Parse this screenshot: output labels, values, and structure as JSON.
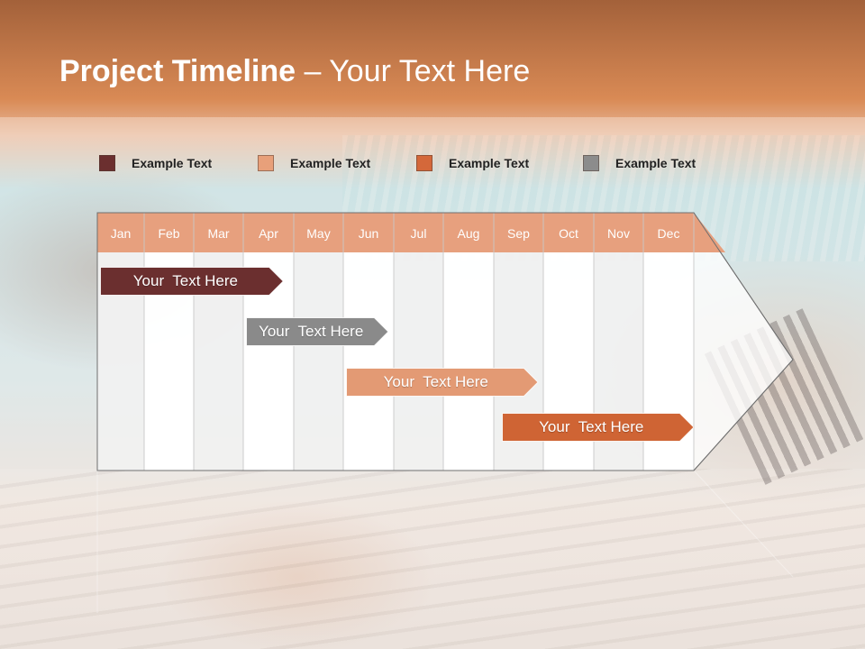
{
  "slide": {
    "title_bold": "Project Timeline",
    "title_rest": " – Your Text Here"
  },
  "legend": [
    {
      "label": "Example Text",
      "color": "#6b2f2f"
    },
    {
      "label": "Example Text",
      "color": "#e8a07a"
    },
    {
      "label": "Example Text",
      "color": "#d4683a"
    },
    {
      "label": "Example Text",
      "color": "#8c8c8c"
    }
  ],
  "timeline": {
    "months": [
      "Jan",
      "Feb",
      "Mar",
      "Apr",
      "May",
      "Jun",
      "Jul",
      "Aug",
      "Sep",
      "Oct",
      "Nov",
      "Dec"
    ],
    "header_color": "#e7a07e",
    "tasks": [
      {
        "label": "Your  Text Here",
        "start_month": 0,
        "end_month": 3.8,
        "color": "#6b2f2f"
      },
      {
        "label": "Your  Text Here",
        "start_month": 3.0,
        "end_month": 5.9,
        "color": "#8a8a8a"
      },
      {
        "label": "Your  Text Here",
        "start_month": 5.0,
        "end_month": 8.9,
        "color": "#e39a74"
      },
      {
        "label": "Your  Text Here",
        "start_month": 8.1,
        "end_month": 12.0,
        "color": "#cf6434"
      }
    ]
  }
}
